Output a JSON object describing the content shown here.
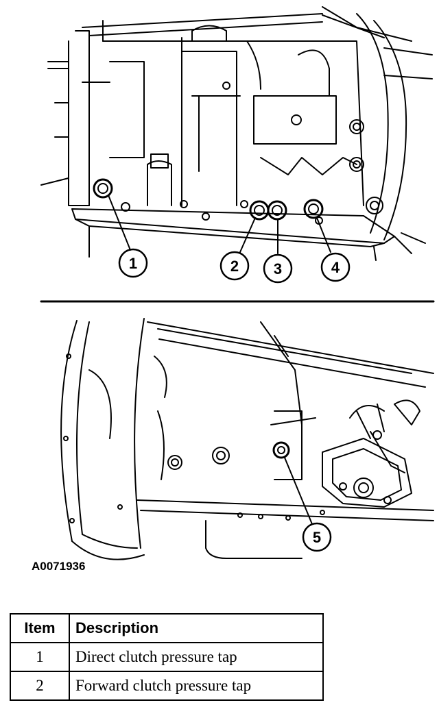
{
  "figure_id": "A0071936",
  "callouts": [
    {
      "number": "1"
    },
    {
      "number": "2"
    },
    {
      "number": "3"
    },
    {
      "number": "4"
    },
    {
      "number": "5"
    }
  ],
  "legend": {
    "headers": {
      "item": "Item",
      "description": "Description"
    },
    "rows": [
      {
        "item": "1",
        "description": "Direct clutch pressure tap"
      },
      {
        "item": "2",
        "description": "Forward clutch pressure tap"
      }
    ]
  }
}
